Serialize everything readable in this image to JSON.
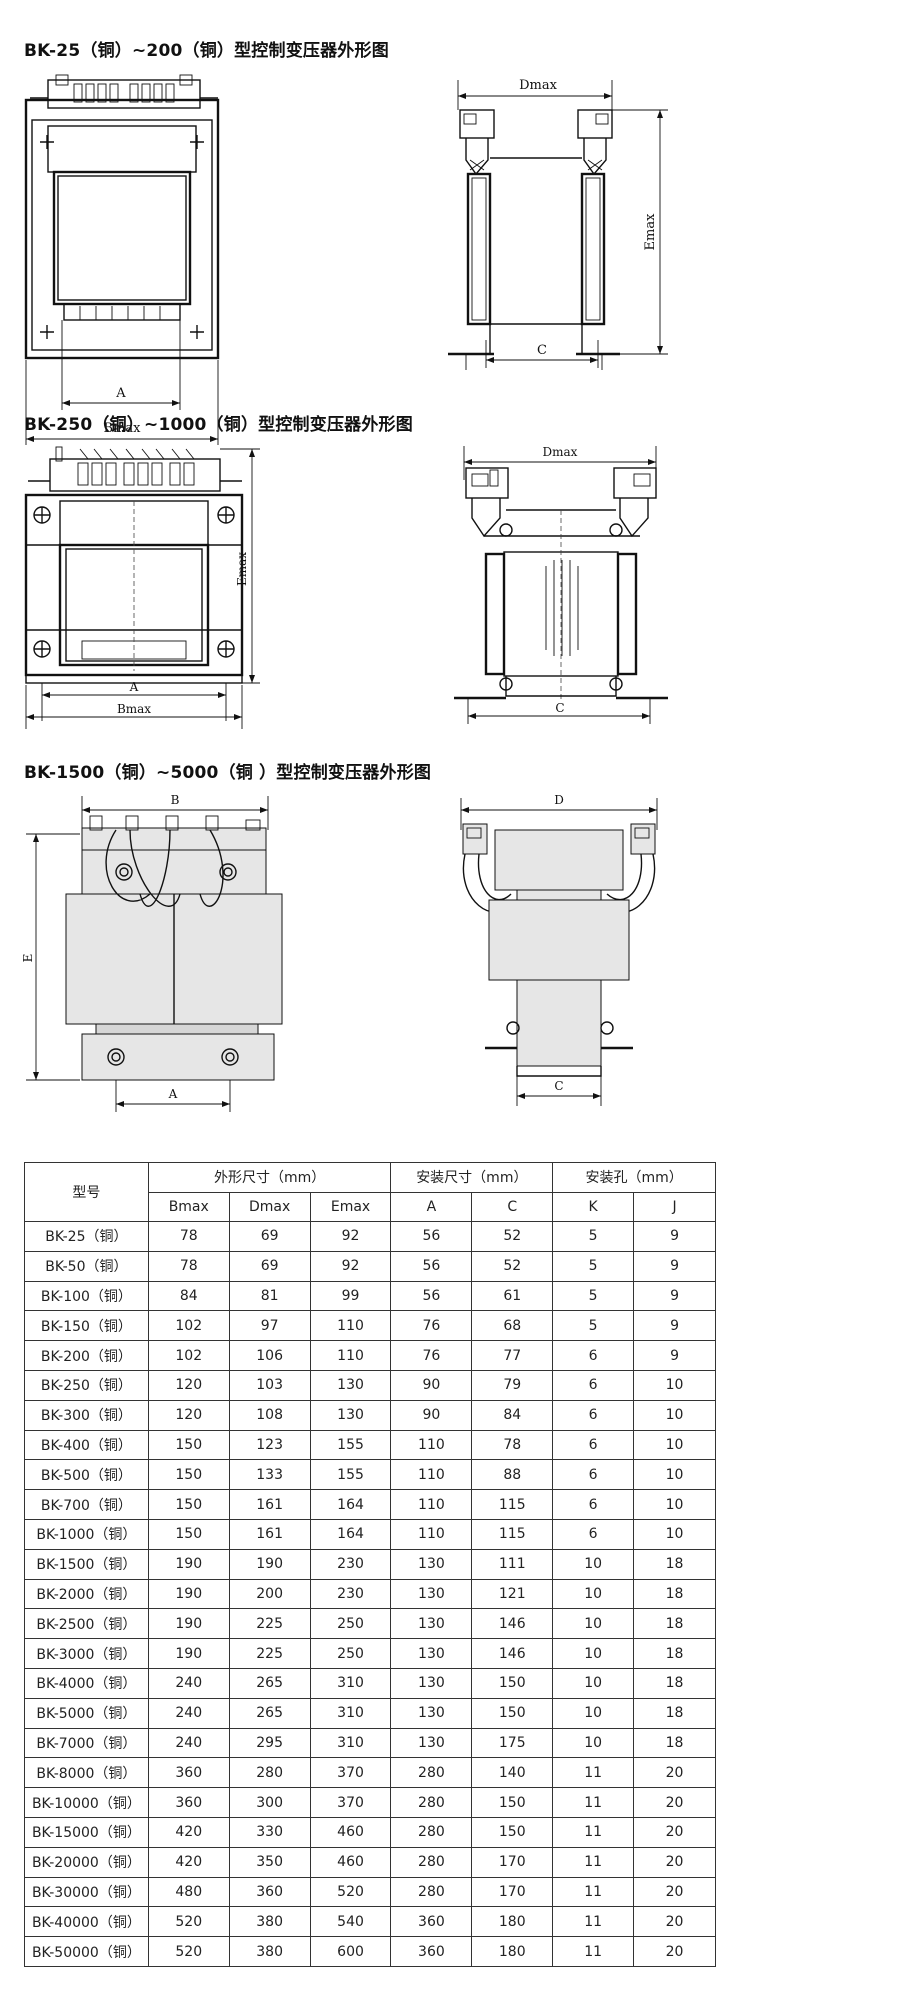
{
  "sections": [
    {
      "title": "BK-25（铜）~200（铜）型控制变压器外形图",
      "labels": {
        "dmax": "Dmax",
        "emax": "Emax",
        "a": "A",
        "bmax": "Bmax",
        "c": "C"
      }
    },
    {
      "title": "BK-250（铜）~1000（铜）型控制变压器外形图",
      "labels": {
        "dmax": "Dmax",
        "emax": "Emax",
        "a": "A",
        "bmax": "Bmax",
        "c": "C"
      }
    },
    {
      "title": "BK-1500（铜）~5000（铜 ）型控制变压器外形图",
      "labels": {
        "b": "B",
        "e": "E",
        "a": "A",
        "d": "D",
        "c": "C"
      }
    }
  ],
  "table": {
    "model_header": "型号",
    "groups": [
      "外形尺寸（mm）",
      "安装尺寸（mm）",
      "安装孔（mm）"
    ],
    "columns": [
      "Bmax",
      "Dmax",
      "Emax",
      "A",
      "C",
      "K",
      "J"
    ],
    "rows": [
      [
        "BK-25（铜）",
        "78",
        "69",
        "92",
        "56",
        "52",
        "5",
        "9"
      ],
      [
        "BK-50（铜）",
        "78",
        "69",
        "92",
        "56",
        "52",
        "5",
        "9"
      ],
      [
        "BK-100（铜）",
        "84",
        "81",
        "99",
        "56",
        "61",
        "5",
        "9"
      ],
      [
        "BK-150（铜）",
        "102",
        "97",
        "110",
        "76",
        "68",
        "5",
        "9"
      ],
      [
        "BK-200（铜）",
        "102",
        "106",
        "110",
        "76",
        "77",
        "6",
        "9"
      ],
      [
        "BK-250（铜）",
        "120",
        "103",
        "130",
        "90",
        "79",
        "6",
        "10"
      ],
      [
        "BK-300（铜）",
        "120",
        "108",
        "130",
        "90",
        "84",
        "6",
        "10"
      ],
      [
        "BK-400（铜）",
        "150",
        "123",
        "155",
        "110",
        "78",
        "6",
        "10"
      ],
      [
        "BK-500（铜）",
        "150",
        "133",
        "155",
        "110",
        "88",
        "6",
        "10"
      ],
      [
        "BK-700（铜）",
        "150",
        "161",
        "164",
        "110",
        "115",
        "6",
        "10"
      ],
      [
        "BK-1000（铜）",
        "150",
        "161",
        "164",
        "110",
        "115",
        "6",
        "10"
      ],
      [
        "BK-1500（铜）",
        "190",
        "190",
        "230",
        "130",
        "111",
        "10",
        "18"
      ],
      [
        "BK-2000（铜）",
        "190",
        "200",
        "230",
        "130",
        "121",
        "10",
        "18"
      ],
      [
        "BK-2500（铜）",
        "190",
        "225",
        "250",
        "130",
        "146",
        "10",
        "18"
      ],
      [
        "BK-3000（铜）",
        "190",
        "225",
        "250",
        "130",
        "146",
        "10",
        "18"
      ],
      [
        "BK-4000（铜）",
        "240",
        "265",
        "310",
        "130",
        "150",
        "10",
        "18"
      ],
      [
        "BK-5000（铜）",
        "240",
        "265",
        "310",
        "130",
        "150",
        "10",
        "18"
      ],
      [
        "BK-7000（铜）",
        "240",
        "295",
        "310",
        "130",
        "175",
        "10",
        "18"
      ],
      [
        "BK-8000（铜）",
        "360",
        "280",
        "370",
        "280",
        "140",
        "11",
        "20"
      ],
      [
        "BK-10000（铜）",
        "360",
        "300",
        "370",
        "280",
        "150",
        "11",
        "20"
      ],
      [
        "BK-15000（铜）",
        "420",
        "330",
        "460",
        "280",
        "150",
        "11",
        "20"
      ],
      [
        "BK-20000（铜）",
        "420",
        "350",
        "460",
        "280",
        "170",
        "11",
        "20"
      ],
      [
        "BK-30000（铜）",
        "480",
        "360",
        "520",
        "280",
        "170",
        "11",
        "20"
      ],
      [
        "BK-40000（铜）",
        "520",
        "380",
        "540",
        "360",
        "180",
        "11",
        "20"
      ],
      [
        "BK-50000（铜）",
        "520",
        "380",
        "600",
        "360",
        "180",
        "11",
        "20"
      ]
    ]
  }
}
